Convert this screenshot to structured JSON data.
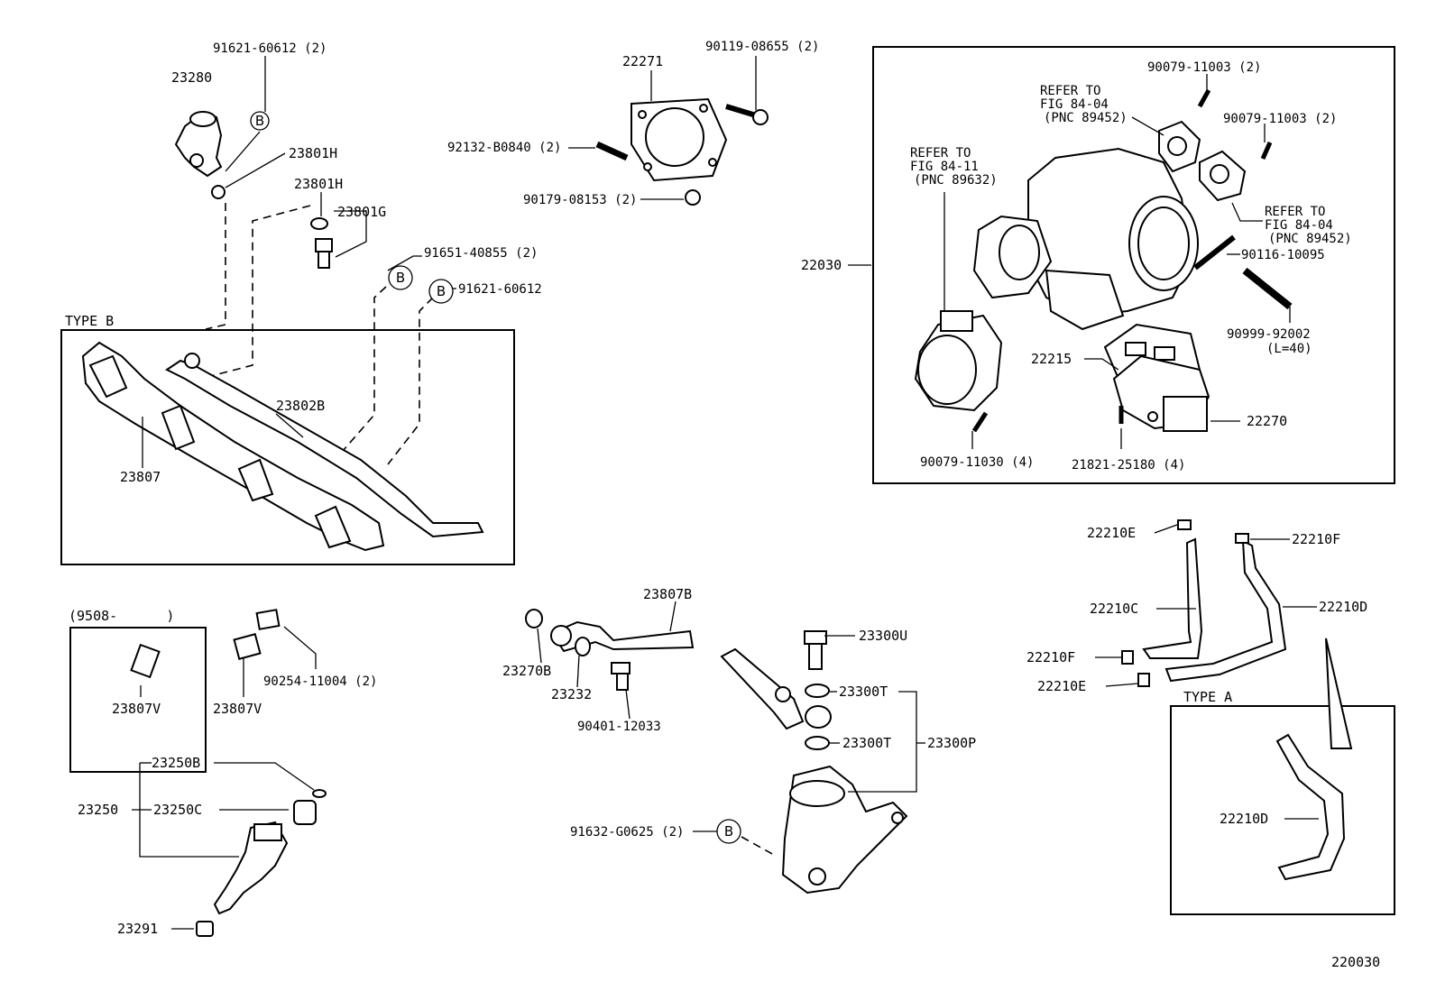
{
  "diagram": {
    "marker": "B",
    "footer_code": "220030",
    "labels": {
      "p_91621_60612_2": "91621-60612 (2)",
      "p_23280": "23280",
      "p_23801H_a": "23801H",
      "p_23801H_b": "23801H",
      "p_23801G": "23801G",
      "p_91651_40855": "91651-40855 (2)",
      "p_91621_60612": "91621-60612",
      "type_b": "TYPE B",
      "p_23802B": "23802B",
      "p_23807": "23807",
      "p_22271": "22271",
      "p_90119_08655": "90119-08655 (2)",
      "p_92132_B0840": "92132-B0840 (2)",
      "p_90179_08153": "90179-08153 (2)",
      "p_22030": "22030",
      "p_90079_11003_a": "90079-11003 (2)",
      "p_90079_11003_b": "90079-11003 (2)",
      "refer_a_1": "REFER TO",
      "refer_a_2": "FIG 84-04",
      "refer_a_3": "(PNC 89452)",
      "refer_b_1": "REFER TO",
      "refer_b_2": "FIG 84-11",
      "refer_b_3": "(PNC 89632)",
      "refer_c_1": "REFER TO",
      "refer_c_2": "FIG 84-04",
      "refer_c_3": "(PNC 89452)",
      "p_90116_10095": "90116-10095",
      "p_90999_92002": "90999-92002",
      "p_l40": "(L=40)",
      "p_22215": "22215",
      "p_22270": "22270",
      "p_90079_11030": "90079-11030 (4)",
      "p_21821_25180": "21821-25180 (4)",
      "date_range": "(9508-      )",
      "p_23807V_a": "23807V",
      "p_23807V_b": "23807V",
      "p_90254_11004": "90254-11004 (2)",
      "p_23250B": "23250B",
      "p_23250": "23250",
      "p_23250C": "23250C",
      "p_23291": "23291",
      "p_23807B": "23807B",
      "p_23270B": "23270B",
      "p_23232": "23232",
      "p_90401_12033": "90401-12033",
      "p_23300U": "23300U",
      "p_23300T_a": "23300T",
      "p_23300T_b": "23300T",
      "p_23300P": "23300P",
      "p_91632_G0625": "91632-G0625 (2)",
      "p_22210E_a": "22210E",
      "p_22210F_a": "22210F",
      "p_22210C": "22210C",
      "p_22210D_a": "22210D",
      "p_22210F_b": "22210F",
      "p_22210E_b": "22210E",
      "type_a": "TYPE A",
      "p_22210D_b": "22210D"
    }
  }
}
